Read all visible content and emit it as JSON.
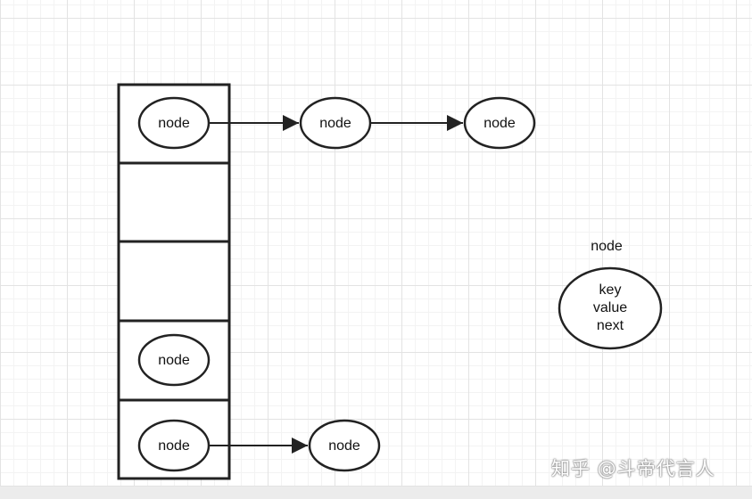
{
  "diagram": {
    "node_label": "node",
    "legend": {
      "title": "node",
      "fields": [
        "key",
        "value",
        "next"
      ]
    }
  },
  "watermark": {
    "text": "知乎 @斗帝代言人"
  }
}
